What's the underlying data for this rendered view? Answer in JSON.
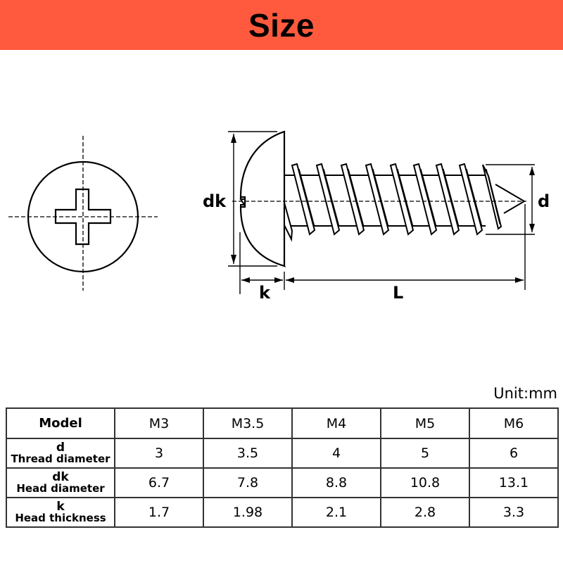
{
  "banner": {
    "title": "Size",
    "background_color": "#ff5a3e"
  },
  "drawing": {
    "top_view": {
      "description": "round head with Phillips cross recess and center lines"
    },
    "side_view": {
      "labels": {
        "head_diameter": "dk",
        "head_thickness": "k",
        "length": "L",
        "thread_diameter": "d"
      }
    }
  },
  "unit_label": "Unit:mm",
  "table": {
    "header": {
      "label": "Model",
      "models": [
        "M3",
        "M3.5",
        "M4",
        "M5",
        "M6"
      ]
    },
    "rows": [
      {
        "symbol": "d",
        "description": "Thread diameter",
        "values": [
          "3",
          "3.5",
          "4",
          "5",
          "6"
        ]
      },
      {
        "symbol": "dk",
        "description": "Head diameter",
        "values": [
          "6.7",
          "7.8",
          "8.8",
          "10.8",
          "13.1"
        ]
      },
      {
        "symbol": "k",
        "description": "Head thickness",
        "values": [
          "1.7",
          "1.98",
          "2.1",
          "2.8",
          "3.3"
        ]
      }
    ]
  }
}
